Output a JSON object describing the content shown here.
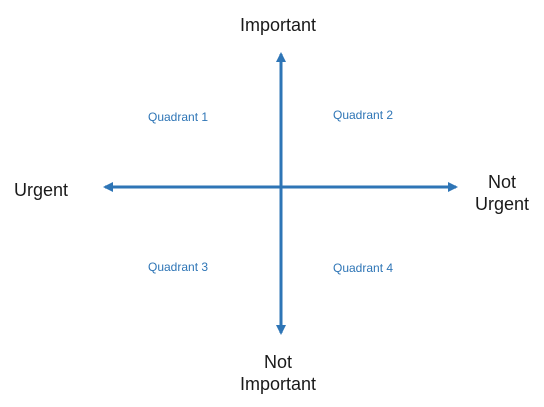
{
  "diagram": {
    "axes": {
      "top_label": "Important",
      "bottom_label_line1": "Not",
      "bottom_label_line2": "Important",
      "left_label": "Urgent",
      "right_label_line1": "Not",
      "right_label_line2": "Urgent"
    },
    "quadrants": [
      {
        "label": "Quadrant 1"
      },
      {
        "label": "Quadrant 2"
      },
      {
        "label": "Quadrant 3"
      },
      {
        "label": "Quadrant 4"
      }
    ],
    "colors": {
      "axis": "#2E75B6",
      "quadrant_text": "#2E75B6",
      "axis_label_text": "#1a1a1a"
    }
  }
}
